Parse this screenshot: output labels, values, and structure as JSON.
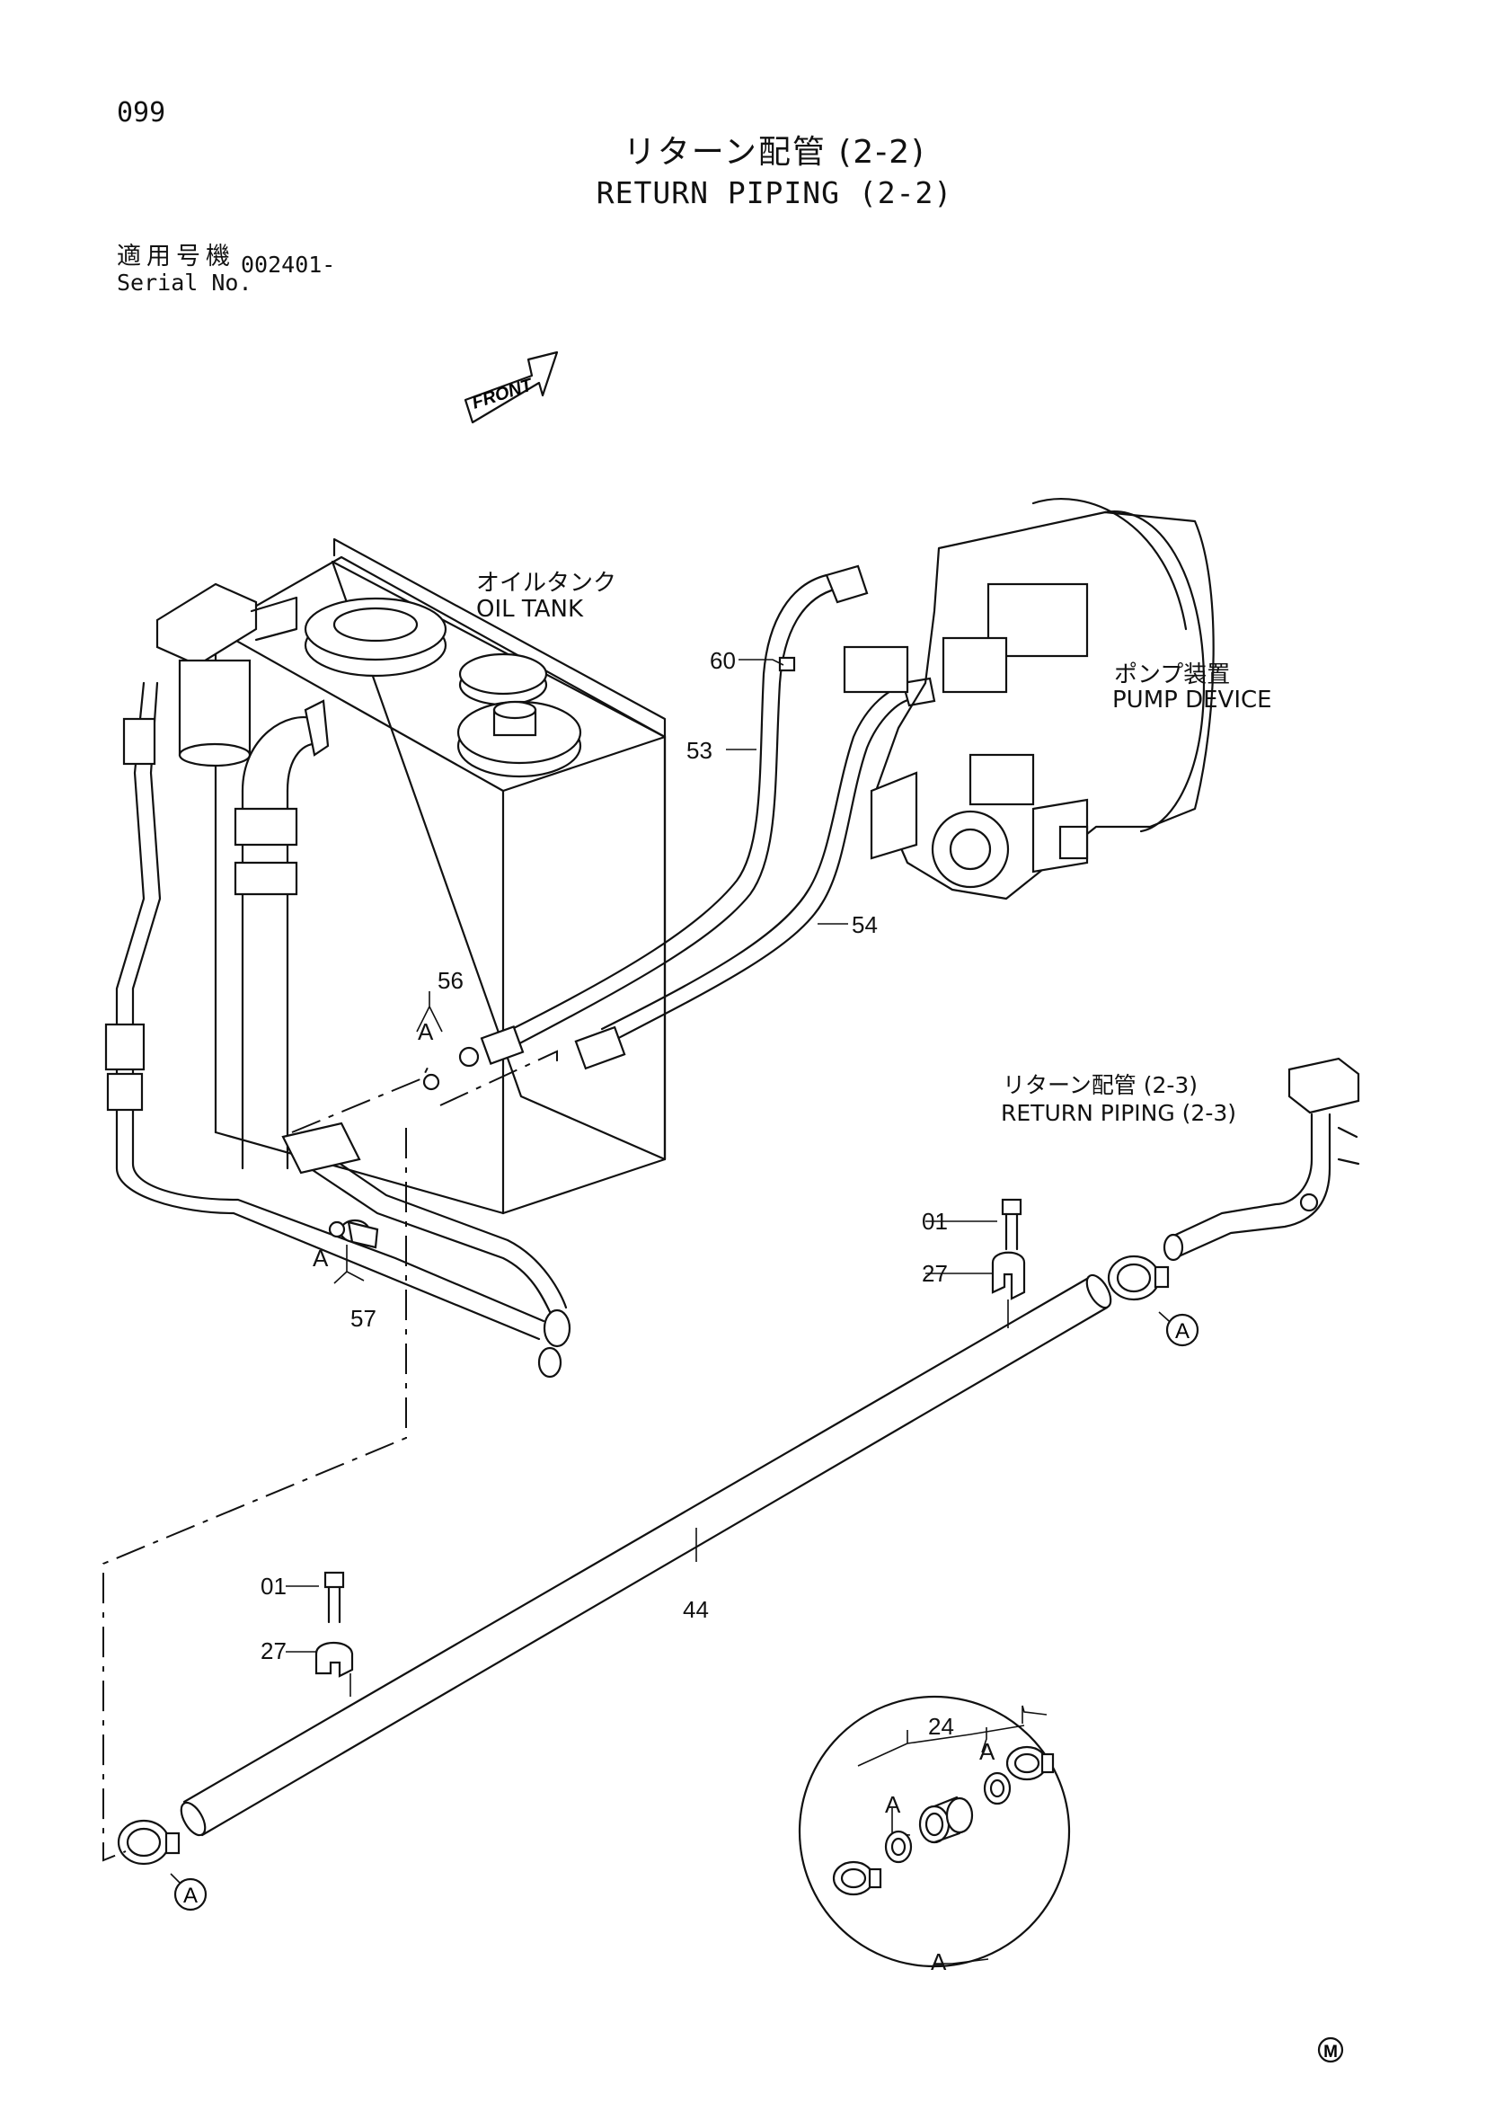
{
  "page_number": "099",
  "title_jp": "リターン配管 (2-2)",
  "title_en": "RETURN PIPING (2-2)",
  "serial_label_jp": "適用号機",
  "serial_label_en": "Serial No.",
  "serial_value": "002401-",
  "front_label": "FRONT",
  "labels": {
    "oil_tank_jp": "オイルタンク",
    "oil_tank_en": "OIL TANK",
    "pump_jp": "ポンプ装置",
    "pump_en": "PUMP DEVICE",
    "return_jp": "リターン配管 (2-3)",
    "return_en": "RETURN PIPING (2-3)"
  },
  "parts": {
    "p60": "60",
    "p53": "53",
    "p54": "54",
    "p56": "56",
    "p57": "57",
    "p01a": "01",
    "p27a": "27",
    "p44": "44",
    "p01b": "01",
    "p27b": "27",
    "p24": "24"
  },
  "ref_marks": {
    "a1": "A",
    "a2": "A",
    "a_circ1": "A",
    "a_circ2": "A",
    "detail_a1": "A",
    "detail_a2": "A",
    "detail_label": "A"
  },
  "footer_mark": "M"
}
